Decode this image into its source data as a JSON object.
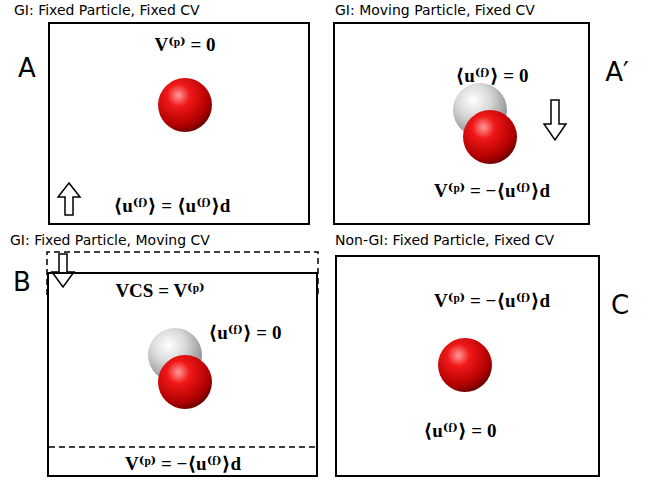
{
  "diagram": {
    "nodes": [
      {
        "text": [
          "GI: Fixed Particle, Fixed CV",
          "V⁽ᵖ⁾ = 0",
          "⟨u⁽ᶠ⁾⟩ = ⟨u⁽ᶠ⁾⟩d"
        ]
      },
      {
        "text": [
          "GI: Moving Particle, Fixed CV",
          "⟨u⁽ᶠ⁾⟩ = 0",
          "V⁽ᵖ⁾ = −⟨u⁽ᶠ⁾⟩d"
        ]
      },
      {
        "text": [
          "GI: Fixed Particle, Moving CV",
          "VCS = V⁽ᵖ⁾",
          "⟨u⁽ᶠ⁾⟩ = 0",
          "V⁽ᵖ⁾ = −⟨u⁽ᶠ⁾⟩d"
        ]
      },
      {
        "text": [
          "Non-GI: Fixed Particle, Fixed CV",
          "V⁽ᵖ⁾ = −⟨u⁽ᶠ⁾⟩d",
          "⟨u⁽ᶠ⁾⟩ = 0"
        ]
      }
    ],
    "labels": [
      "A",
      "A′",
      "B",
      "C"
    ]
  }
}
